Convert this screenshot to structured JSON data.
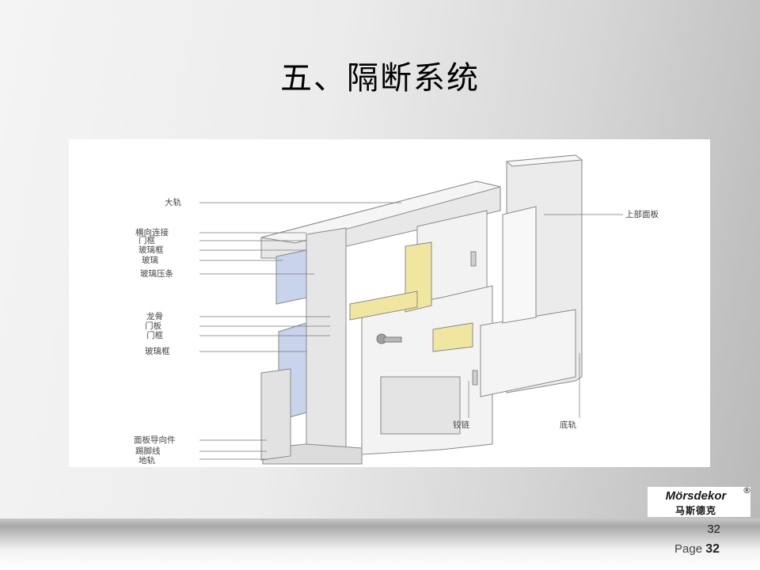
{
  "slide": {
    "title": "五、隔断系统",
    "page_number": "32",
    "footer_label": "Page",
    "footer_number": "32"
  },
  "logo": {
    "brand_en": "Mörsdekor",
    "brand_cn": "马斯德克",
    "registered": "®"
  },
  "figure": {
    "labels_left": [
      "大轨",
      "横向连接",
      "门框",
      "玻璃框",
      "玻璃",
      "玻璃压条",
      "龙骨",
      "门板",
      "门框",
      "玻璃框",
      "面板导向件",
      "踢脚线",
      "地轨"
    ],
    "labels_right": [
      "上部面板"
    ],
    "labels_bottom": [
      "铰链",
      "底轨"
    ]
  },
  "colors": {
    "title": "#000000",
    "insulation": "#f0e6a0",
    "glass": "#c8d4ec"
  }
}
